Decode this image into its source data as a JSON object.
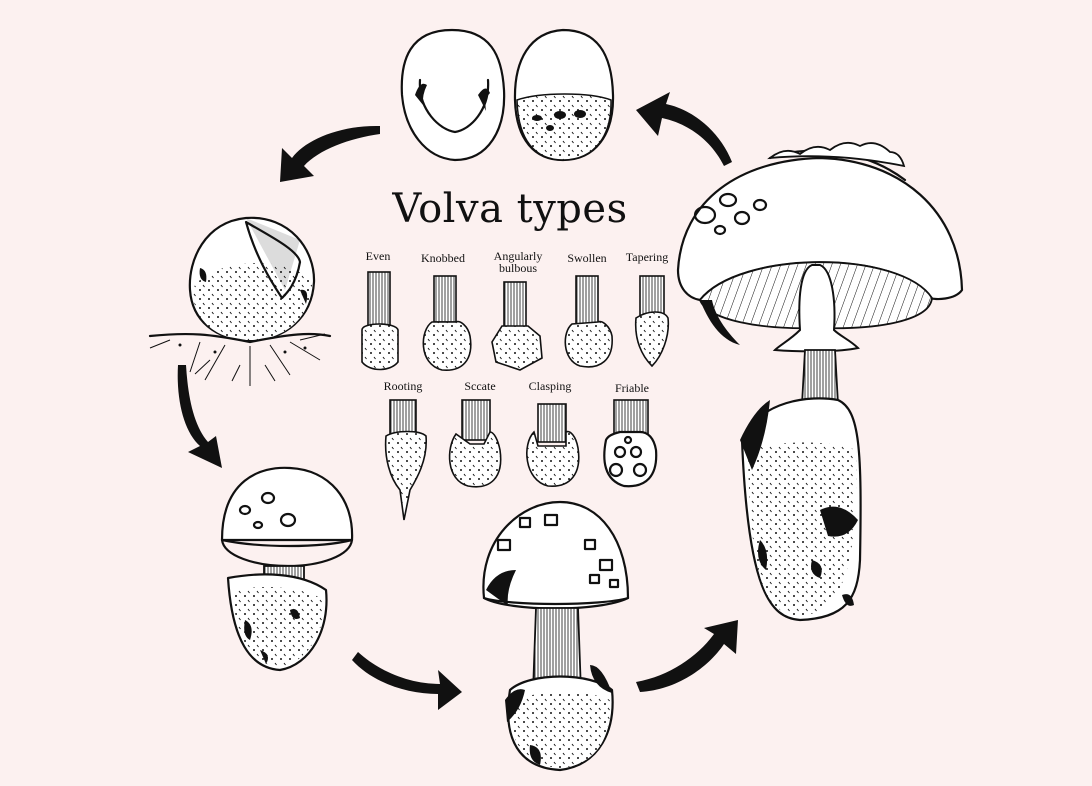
{
  "title": "Volva types",
  "volva_types": {
    "even": "Even",
    "knobbed": "Knobbed",
    "angularly_bulbous": "Angularly bulbous",
    "swollen": "Swollen",
    "tapering": "Tapering",
    "rooting": "Rooting",
    "sccate": "Sccate",
    "clasping": "Clasping",
    "friable": "Friable"
  }
}
